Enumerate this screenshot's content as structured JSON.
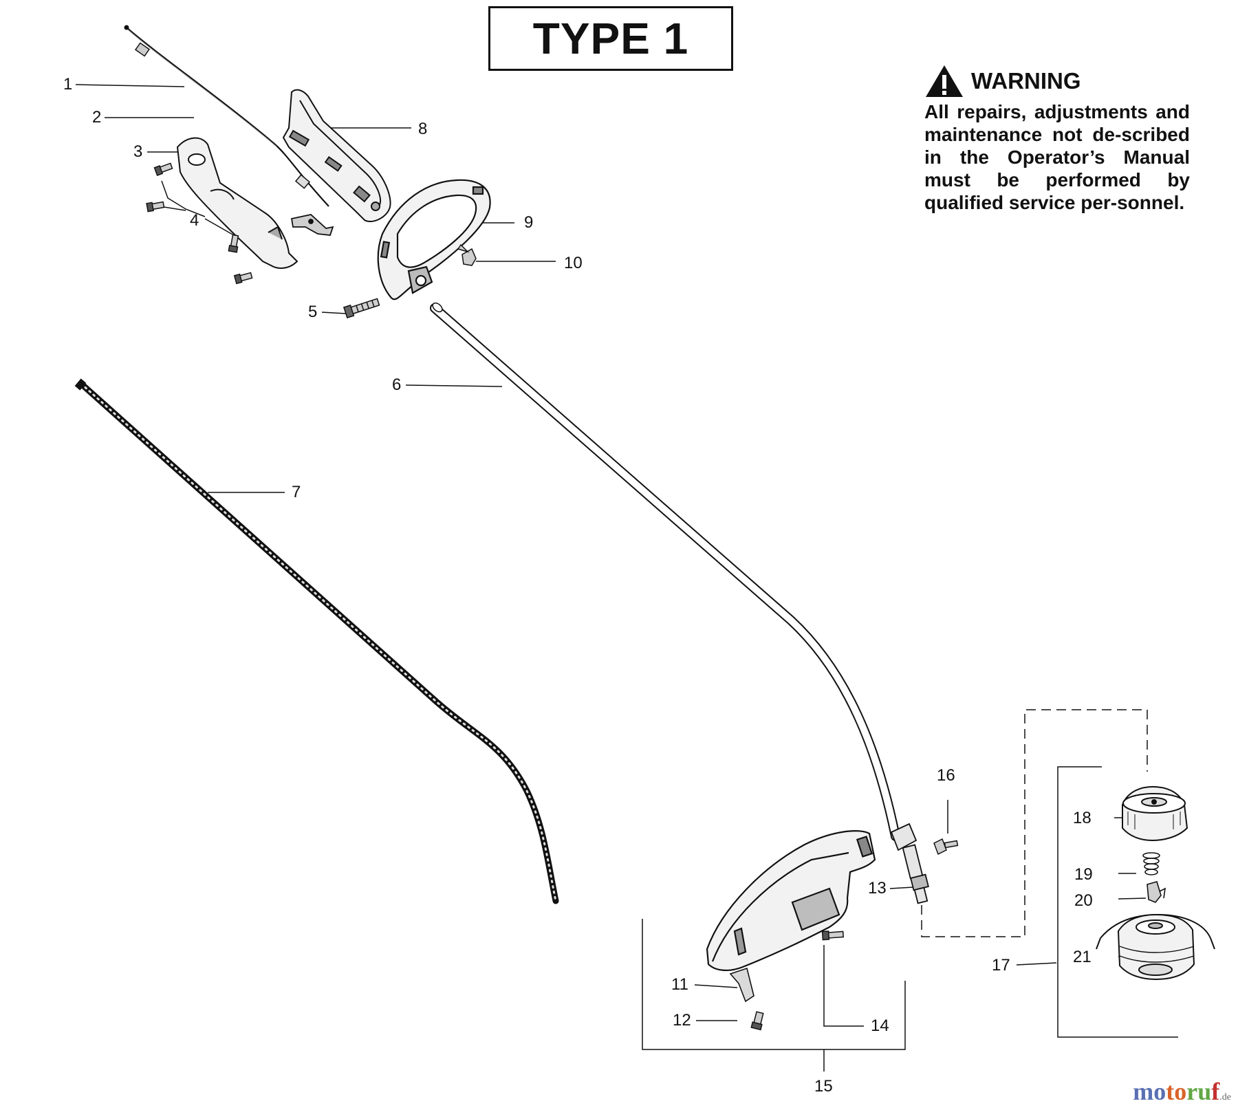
{
  "title": "TYPE 1",
  "warning": {
    "heading": "WARNING",
    "text": "All repairs, adjustments and maintenance not de-scribed in the Operator’s Manual must be performed by qualified service per-sonnel."
  },
  "callouts": [
    "1",
    "2",
    "3",
    "4",
    "5",
    "6",
    "7",
    "8",
    "9",
    "10",
    "11",
    "12",
    "13",
    "14",
    "15",
    "16",
    "17",
    "18",
    "19",
    "20",
    "21"
  ],
  "watermark": {
    "brand": "motoruf",
    "tld": ".de"
  },
  "colors": {
    "ink": "#111111",
    "part_fill": "#f2f2f2",
    "part_shade": "#bdbdbd"
  }
}
